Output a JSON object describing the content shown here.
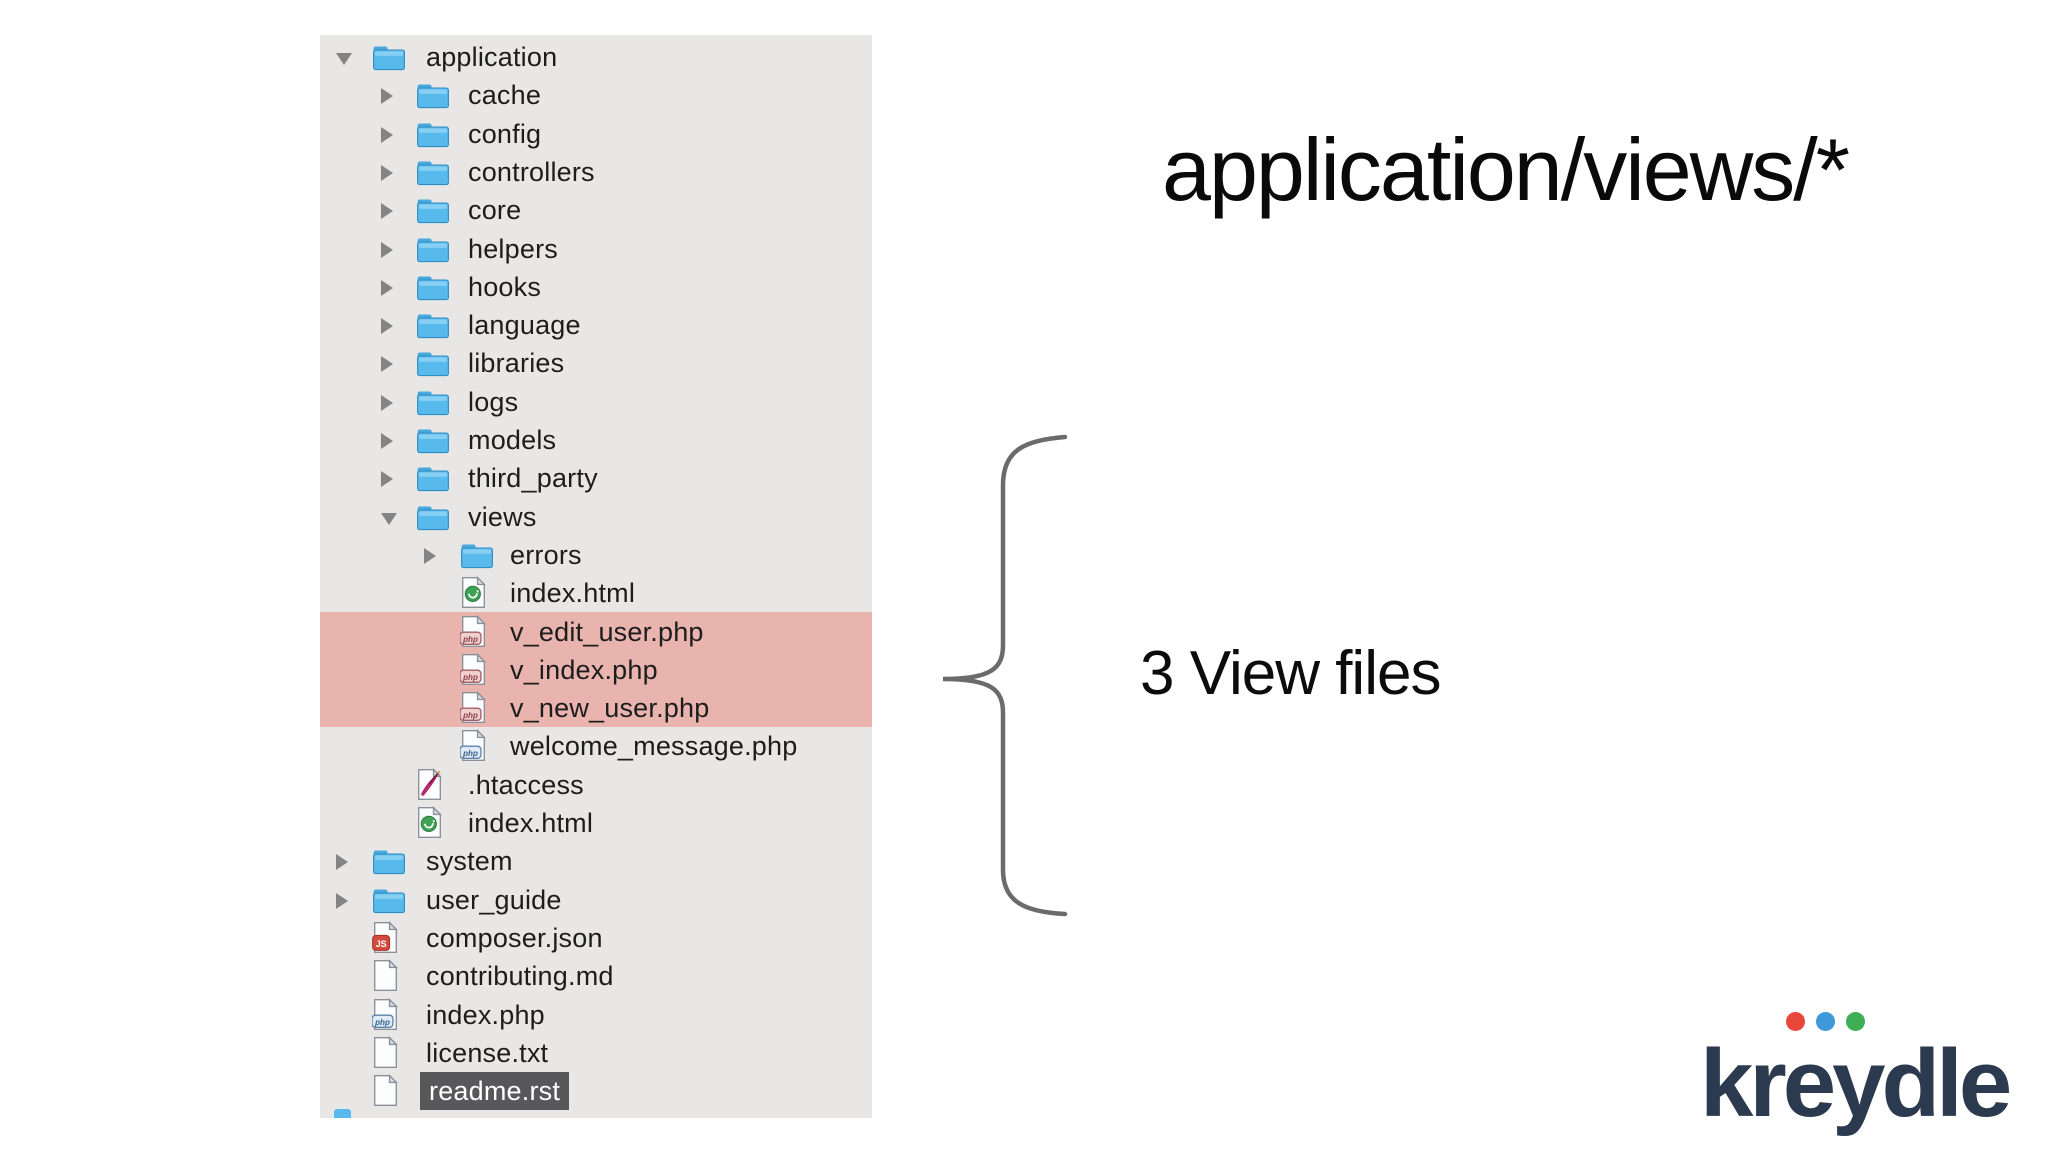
{
  "slide": {
    "title": "application/views/*",
    "annotation": "3 View files",
    "logo_text": "kreydle"
  },
  "colors": {
    "panel_bg": "#e8e7e5",
    "highlight_pink": "#e9b3ae",
    "selection_bg": "#58585a",
    "selection_text": "#ffffff",
    "folder_blue": "#58b9ec",
    "folder_blue_dark": "#2e8dc2",
    "triangle_gray": "#848484",
    "brace_gray": "#6b6b6b",
    "tree_text": "#1d1d1d",
    "logo_navy": "#2b3a4e",
    "logo_dots": [
      "#e8473c",
      "#3d99d9",
      "#3fae57"
    ]
  },
  "tree": {
    "rows": [
      {
        "label": "application",
        "level": 0,
        "icon": "folder",
        "state": "expanded"
      },
      {
        "label": "cache",
        "level": 1,
        "icon": "folder",
        "state": "collapsed"
      },
      {
        "label": "config",
        "level": 1,
        "icon": "folder",
        "state": "collapsed"
      },
      {
        "label": "controllers",
        "level": 1,
        "icon": "folder",
        "state": "collapsed"
      },
      {
        "label": "core",
        "level": 1,
        "icon": "folder",
        "state": "collapsed"
      },
      {
        "label": "helpers",
        "level": 1,
        "icon": "folder",
        "state": "collapsed"
      },
      {
        "label": "hooks",
        "level": 1,
        "icon": "folder",
        "state": "collapsed"
      },
      {
        "label": "language",
        "level": 1,
        "icon": "folder",
        "state": "collapsed"
      },
      {
        "label": "libraries",
        "level": 1,
        "icon": "folder",
        "state": "collapsed"
      },
      {
        "label": "logs",
        "level": 1,
        "icon": "folder",
        "state": "collapsed"
      },
      {
        "label": "models",
        "level": 1,
        "icon": "folder",
        "state": "collapsed"
      },
      {
        "label": "third_party",
        "level": 1,
        "icon": "folder",
        "state": "collapsed"
      },
      {
        "label": "views",
        "level": 1,
        "icon": "folder",
        "state": "expanded"
      },
      {
        "label": "errors",
        "level": 2,
        "icon": "folder",
        "state": "collapsed"
      },
      {
        "label": "index.html",
        "level": 2,
        "icon": "html"
      },
      {
        "label": "v_edit_user.php",
        "level": 2,
        "icon": "php",
        "highlighted": true
      },
      {
        "label": "v_index.php",
        "level": 2,
        "icon": "php",
        "highlighted": true
      },
      {
        "label": "v_new_user.php",
        "level": 2,
        "icon": "php",
        "highlighted": true
      },
      {
        "label": "welcome_message.php",
        "level": 2,
        "icon": "php"
      },
      {
        "label": ".htaccess",
        "level": 1,
        "icon": "htaccess"
      },
      {
        "label": "index.html",
        "level": 1,
        "icon": "html"
      },
      {
        "label": "system",
        "level": 0,
        "icon": "folder",
        "state": "collapsed"
      },
      {
        "label": "user_guide",
        "level": 0,
        "icon": "folder",
        "state": "collapsed"
      },
      {
        "label": "composer.json",
        "level": 0,
        "icon": "json"
      },
      {
        "label": "contributing.md",
        "level": 0,
        "icon": "doc"
      },
      {
        "label": "index.php",
        "level": 0,
        "icon": "php"
      },
      {
        "label": "license.txt",
        "level": 0,
        "icon": "doc"
      },
      {
        "label": "readme.rst",
        "level": 0,
        "icon": "doc",
        "selected": true
      }
    ]
  }
}
